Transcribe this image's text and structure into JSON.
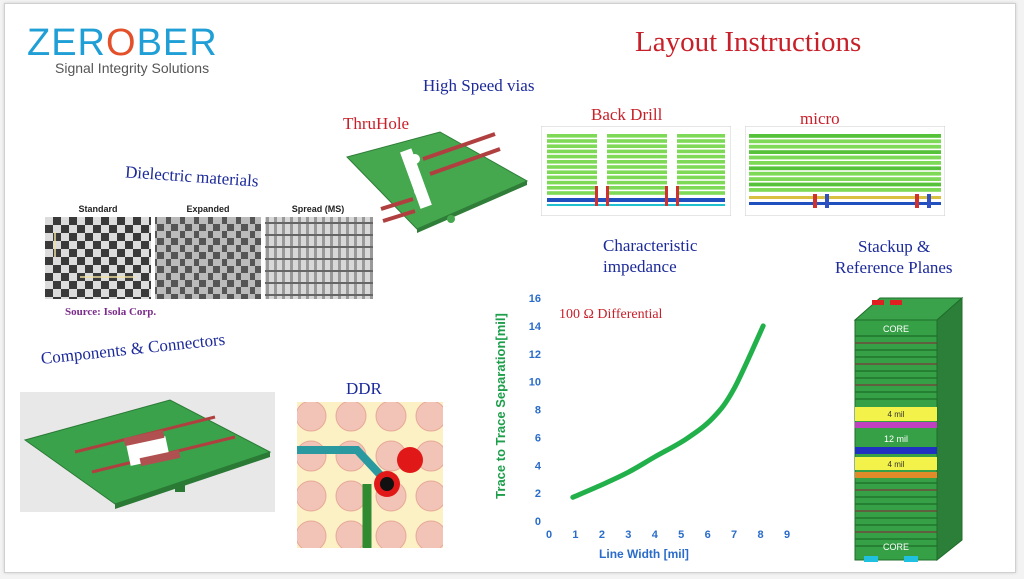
{
  "logo": {
    "part1": "ZER",
    "part2": "O",
    "part3": "BER",
    "tagline": "Signal Integrity Solutions"
  },
  "title": "Layout Instructions",
  "labels": {
    "high_speed_vias": "High Speed vias",
    "thruhole": "ThruHole",
    "back_drill": "Back Drill",
    "micro": "micro",
    "dielectric": "Dielectric materials",
    "characteristic": "Characteristic",
    "impedance": "impedance",
    "stackup1": "Stackup &",
    "stackup2": "Reference Planes",
    "components": "Components & Connectors",
    "ddr": "DDR"
  },
  "weave": {
    "standard": "Standard",
    "expanded": "Expanded",
    "spread": "Spread (MS)",
    "source": "Source: Isola Corp."
  },
  "stackup": {
    "core_top": "CORE",
    "core_bottom": "CORE",
    "mil4a": "4 mil",
    "mil12": "12 mil",
    "mil4b": "4 mil"
  },
  "colors": {
    "title_red": "#c8202a",
    "label_blue": "#1c2a9a",
    "pcb_green": "#3aa24a",
    "curve_green": "#22b04a"
  },
  "chart_data": {
    "type": "line",
    "annotation": "100 Ω Differential",
    "xlabel": "Line Width [mil]",
    "ylabel": "Trace to Trace Separation[mil]",
    "xlim": [
      0,
      9
    ],
    "ylim": [
      0,
      16
    ],
    "xticks": [
      0,
      1,
      2,
      3,
      4,
      5,
      6,
      7,
      8,
      9
    ],
    "yticks": [
      0,
      2,
      4,
      6,
      8,
      10,
      12,
      14,
      16
    ],
    "series": [
      {
        "x": [
          0.9,
          2.0,
          3.0,
          4.0,
          5.2,
          6.2,
          7.0,
          8.1
        ],
        "y": [
          1.7,
          2.6,
          3.5,
          4.6,
          5.9,
          7.4,
          9.5,
          14.0
        ]
      }
    ]
  }
}
